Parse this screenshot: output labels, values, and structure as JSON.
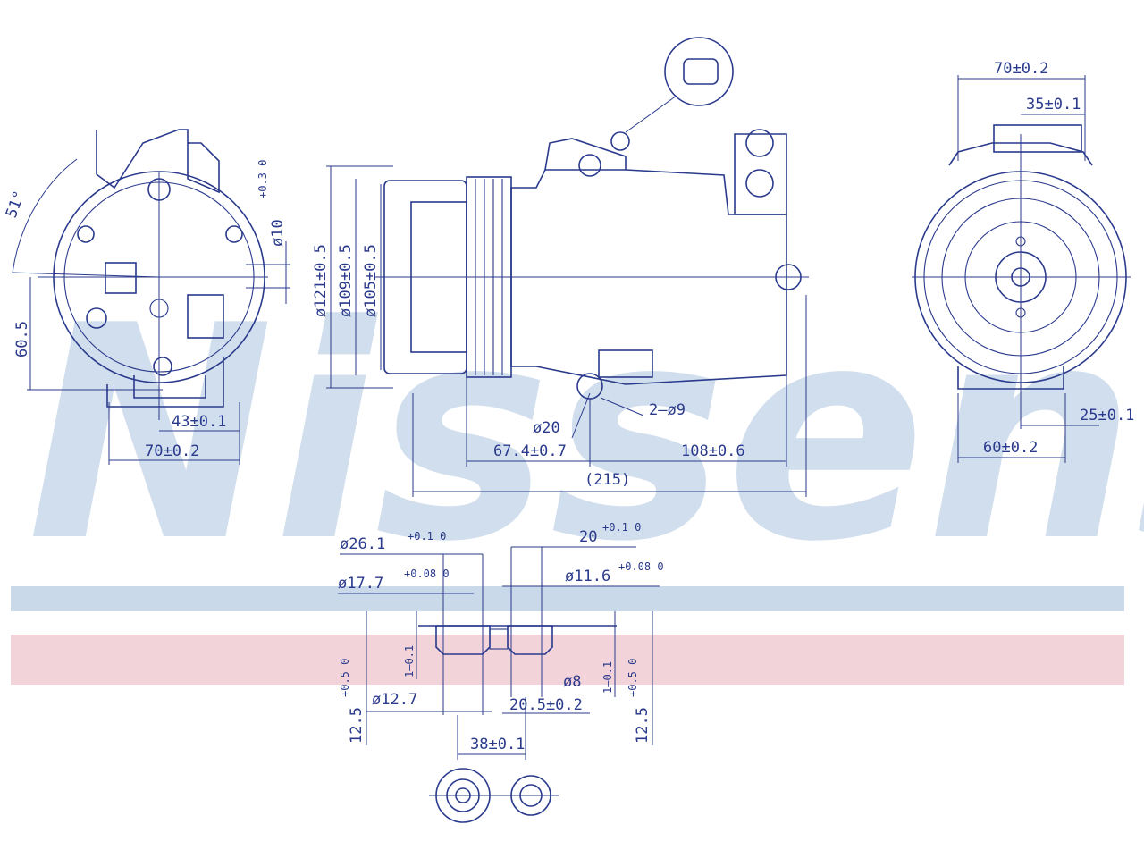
{
  "watermark": {
    "text": "Nissens",
    "color": "#c9d9ea"
  },
  "stripes": {
    "blue": "#c9d9ea",
    "pink": "#f2d3da"
  },
  "colors": {
    "line": "#2a3a8c"
  },
  "front_view": {
    "angle": "51°",
    "dia_10": "ø10",
    "dia_10_tol": "+0.3 0",
    "h_60_5": "60.5",
    "w_43": "43±0.1",
    "w_70": "70±0.2"
  },
  "side_view": {
    "dia_121": "ø121±0.5",
    "dia_109": "ø109±0.5",
    "dia_105": "ø105±0.5",
    "hole_2_9": "2–ø9",
    "dia_20": "ø20",
    "len_67_4": "67.4±0.7",
    "len_108": "108±0.6",
    "len_215": "(215)"
  },
  "rear_view": {
    "w_70": "70±0.2",
    "w_35": "35±0.1",
    "w_25": "25±0.1",
    "w_60": "60±0.2"
  },
  "fitting": {
    "dia_26_1": "ø26.1",
    "dia_26_1_tol": "+0.1 0",
    "w_20": "20",
    "w_20_tol": "+0.1 0",
    "dia_17_7": "ø17.7",
    "dia_17_7_tol": "+0.08 0",
    "dia_11_6": "ø11.6",
    "dia_11_6_tol": "+0.08 0",
    "dia_12_7": "ø12.7",
    "dia_8": "ø8",
    "h_1_left": "1–0.1",
    "h_1_right": "1–0.1",
    "w_20_5": "20.5±0.2",
    "w_38": "38±0.1",
    "h_12_5_left": "12.5",
    "h_12_5_right": "12.5",
    "h_12_5_tol": "+0.5 0"
  }
}
